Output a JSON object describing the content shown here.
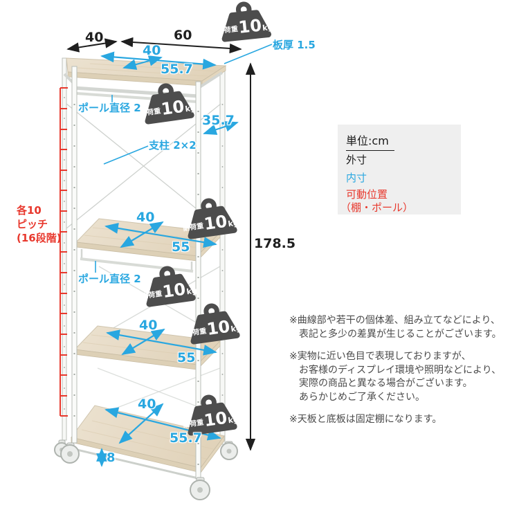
{
  "colors": {
    "inner_blue": "#29a7e0",
    "movable_red": "#e8382d",
    "outer_black": "#1f1f1f",
    "badge_gray": "#4d4d4d",
    "legend_bg": "#efefef"
  },
  "dims": {
    "top_depth_outer": "40",
    "top_width_outer": "60",
    "top_depth_inner": "40",
    "top_width_inner": "55.7",
    "board_thickness": "板厚 1.5",
    "side_depth_inner": "35.7",
    "pole_dia_top": "ポール直径 2",
    "pillar": "支柱 2×2",
    "total_height": "178.5",
    "pitch_l1": "各10",
    "pitch_l2": "ピッチ",
    "pitch_l3": "(16段階)",
    "shelf2_depth": "40",
    "shelf2_width": "55",
    "pole_dia_mid": "ポール直径 2",
    "shelf3_depth": "40",
    "shelf3_width": "55",
    "shelf4_depth": "40",
    "shelf4_width": "55.7",
    "ground_clearance": "8"
  },
  "badge": {
    "prefix": "耐荷重",
    "value": "10",
    "unit": "kg"
  },
  "legend": {
    "unit": "単位:cm",
    "outer": "外寸",
    "inner": "内寸",
    "movable1": "可動位置",
    "movable2": "（棚・ポール）"
  },
  "notes": [
    [
      "※曲線部や若干の個体差、組み立てなどにより、",
      "表記と多少の差異が生じることがございます。"
    ],
    [
      "※実物に近い色目で表現しておりますが、",
      "お客様のディスプレイ環境や照明などにより、",
      "実際の商品と異なる場合がございます。",
      "あらかじめご了承ください。"
    ],
    [
      "※天板と底板は固定棚になります。"
    ]
  ]
}
